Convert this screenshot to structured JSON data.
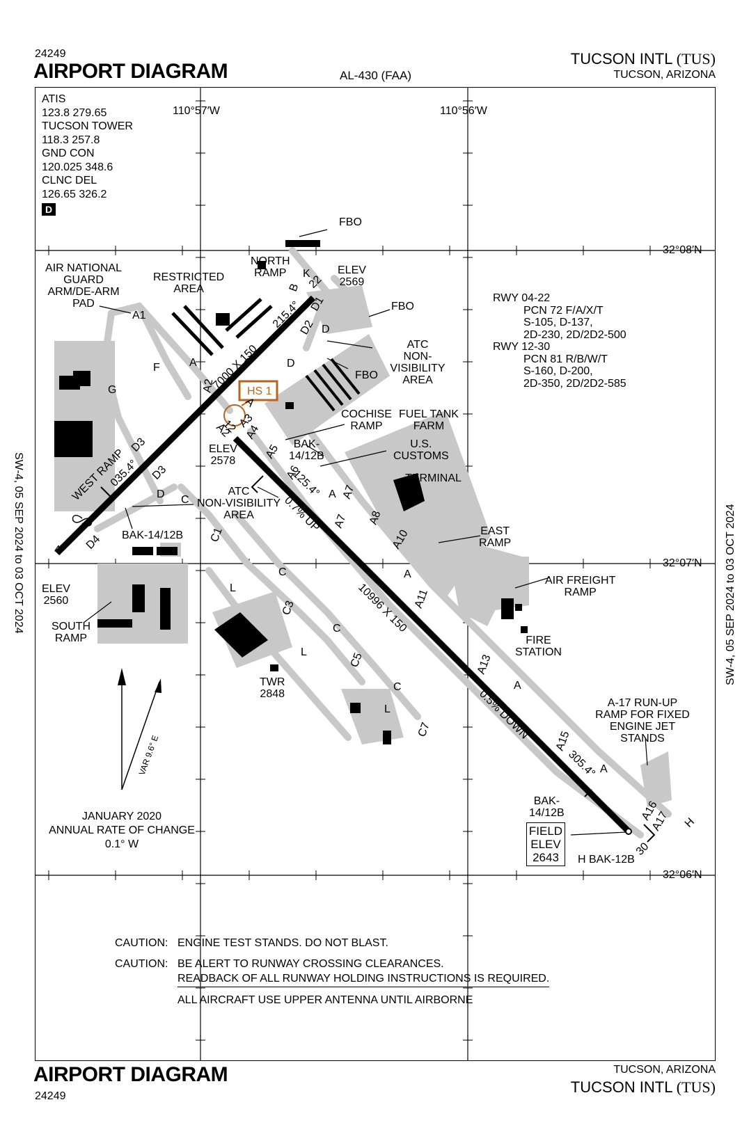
{
  "header": {
    "chart_number": "24249",
    "title": "AIRPORT DIAGRAM",
    "procedure_id": "AL-430 (FAA)",
    "airport_name": "TUCSON INTL",
    "airport_code": "(TUS)",
    "city_state": "TUCSON, ARIZONA"
  },
  "footer": {
    "title": "AIRPORT DIAGRAM",
    "chart_number": "24249",
    "city_state": "TUCSON, ARIZONA",
    "airport_name": "TUCSON INTL",
    "airport_code": "(TUS)"
  },
  "side_validity": "SW-4,  05 SEP 2024  to  03 OCT 2024",
  "frequencies": {
    "lines": [
      "ATIS",
      "123.8 279.65",
      "TUCSON TOWER",
      "118.3 257.8",
      "GND CON",
      "120.025 348.6",
      "CLNC DEL",
      "126.65 326.2"
    ],
    "d_symbol": "D"
  },
  "coordinates": {
    "lon1": "110°57′W",
    "lon2": "110°56′W",
    "lat1": "32°08′N",
    "lat2": "32°07′N",
    "lat3": "32°06′N"
  },
  "runway_info": {
    "rwy1": "RWY 04-22",
    "rwy1_lines": [
      "PCN 72 F/A/X/T",
      "S-105, D-137,",
      "2D-230, 2D/2D2-500"
    ],
    "rwy2": "RWY 12-30",
    "rwy2_lines": [
      "PCN 81 R/B/W/T",
      "S-160, D-200,",
      "2D-350, 2D/2D2-585"
    ]
  },
  "runways": {
    "r1_dims": "7000 X 150",
    "r1_hdg_ne": "215.4°",
    "r1_hdg_sw": "035.4°",
    "r1_end_sw": "4",
    "r1_end_ne": "22",
    "r2_dims": "10996 X 150",
    "r2_hdg_nw": "125.4°",
    "r2_hdg_se": "305.4°",
    "r2_end_nw": "12",
    "r2_end_se": "30",
    "r2_slope_up": "0.7% UP",
    "r2_slope_down": "0.5% DOWN"
  },
  "labels": {
    "fbo": "FBO",
    "north_ramp": [
      "NORTH",
      "RAMP"
    ],
    "elev_2569": [
      "ELEV",
      "2569"
    ],
    "restricted_area": [
      "RESTRICTED",
      "AREA"
    ],
    "ang_pad": [
      "AIR NATIONAL",
      "GUARD",
      "ARM/DE-ARM",
      "PAD"
    ],
    "atc_nv_area": [
      "ATC",
      "NON-VISIBILITY",
      "AREA"
    ],
    "hs1": "HS 1",
    "cochise_ramp": [
      "COCHISE",
      "RAMP"
    ],
    "fuel_tank_farm": [
      "FUEL TANK",
      "FARM"
    ],
    "us_customs": [
      "U.S.",
      "CUSTOMS"
    ],
    "terminal": "TERMINAL",
    "bak_1412b": [
      "BAK-",
      "14/12B"
    ],
    "bak_1412b_single": "BAK-14/12B",
    "elev_2578": [
      "ELEV",
      "2578"
    ],
    "west_ramp": "WEST RAMP",
    "east_ramp": [
      "EAST",
      "RAMP"
    ],
    "air_freight_ramp": [
      "AIR FREIGHT",
      "RAMP"
    ],
    "fire_station": [
      "FIRE",
      "STATION"
    ],
    "elev_2560": [
      "ELEV",
      "2560"
    ],
    "south_ramp": [
      "SOUTH",
      "RAMP"
    ],
    "twr": [
      "TWR",
      "2848"
    ],
    "a17_runup": [
      "A-17 RUN-UP",
      "RAMP FOR FIXED",
      "ENGINE JET STANDS"
    ],
    "field_elev": [
      "FIELD",
      "ELEV",
      "2643"
    ],
    "h_bak_12b": "H BAK-12B",
    "var": "VAR 9.6° E",
    "annual_change": [
      "JANUARY 2020",
      "ANNUAL RATE OF CHANGE",
      "0.1° W"
    ]
  },
  "taxiways": {
    "A": "A",
    "A1": "A1",
    "A2": "A2",
    "A3": "A3",
    "A4": "A4",
    "A5": "A5",
    "A6": "A6",
    "A7": "A7",
    "A8": "A8",
    "A10": "A10",
    "A11": "A11",
    "A13": "A13",
    "A15": "A15",
    "A16": "A16",
    "A17": "A17",
    "B": "B",
    "C": "C",
    "C1": "C1",
    "C3": "C3",
    "C5": "C5",
    "C7": "C7",
    "D": "D",
    "D1": "D1",
    "D2": "D2",
    "D3": "D3",
    "D4": "D4",
    "F": "F",
    "G": "G",
    "H": "H",
    "K": "K",
    "L": "L"
  },
  "notes": {
    "caution1_label": "CAUTION:",
    "caution1": "ENGINE TEST STANDS. DO NOT BLAST.",
    "caution2_label": "CAUTION:",
    "caution2a": "BE ALERT TO RUNWAY CROSSING CLEARANCES.",
    "caution2b": "READBACK OF ALL RUNWAY HOLDING INSTRUCTIONS IS REQUIRED.",
    "antenna": "ALL AIRCRAFT USE UPPER ANTENNA UNTIL AIRBORNE"
  },
  "colors": {
    "pavement": "#c8c8c8",
    "runway": "#000000",
    "hotspot": "#b5651d"
  }
}
